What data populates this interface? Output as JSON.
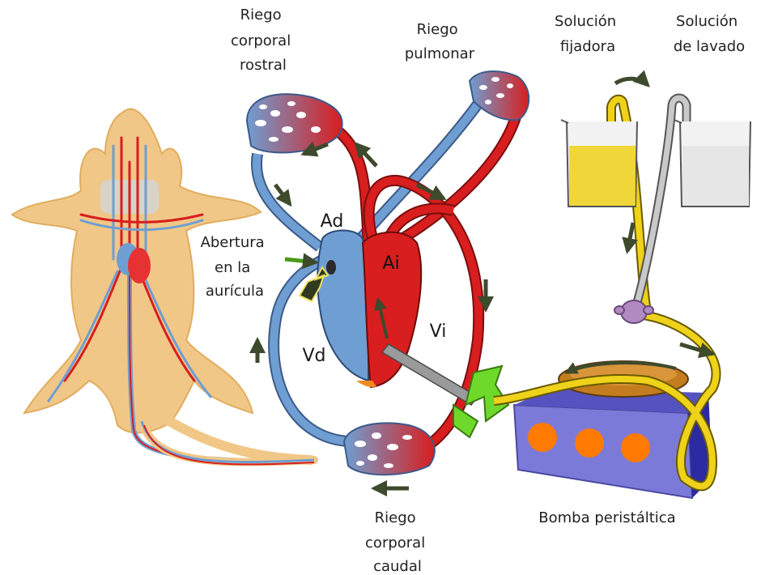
{
  "labels": {
    "riego_corporal_rostral": [
      "Riego",
      "corporal",
      "rostral"
    ],
    "riego_pulmonar": [
      "Riego",
      "pulmonar"
    ],
    "solucion_fijadora": [
      "Solución",
      "fijadora"
    ],
    "solucion_lavado": [
      "Solución",
      "de lavado"
    ],
    "abertura_auricula": [
      "Abertura",
      "en la",
      "aurícula"
    ],
    "riego_corporal_caudal": [
      "Riego",
      "corporal",
      "caudal"
    ],
    "bomba": "Bomba peristáltica"
  },
  "heart": {
    "ad": "Ad",
    "ai": "Ai",
    "vd": "Vd",
    "vi": "Vi"
  },
  "colors": {
    "venous": "#6f9ed2",
    "arterial": "#d81e1e",
    "fixative": "#efd21a",
    "wash": "#c9c9c9",
    "mouse_skin": "#f1c787",
    "pump_body": "#7c7ad9",
    "needle_connector": "#6fd92b"
  }
}
